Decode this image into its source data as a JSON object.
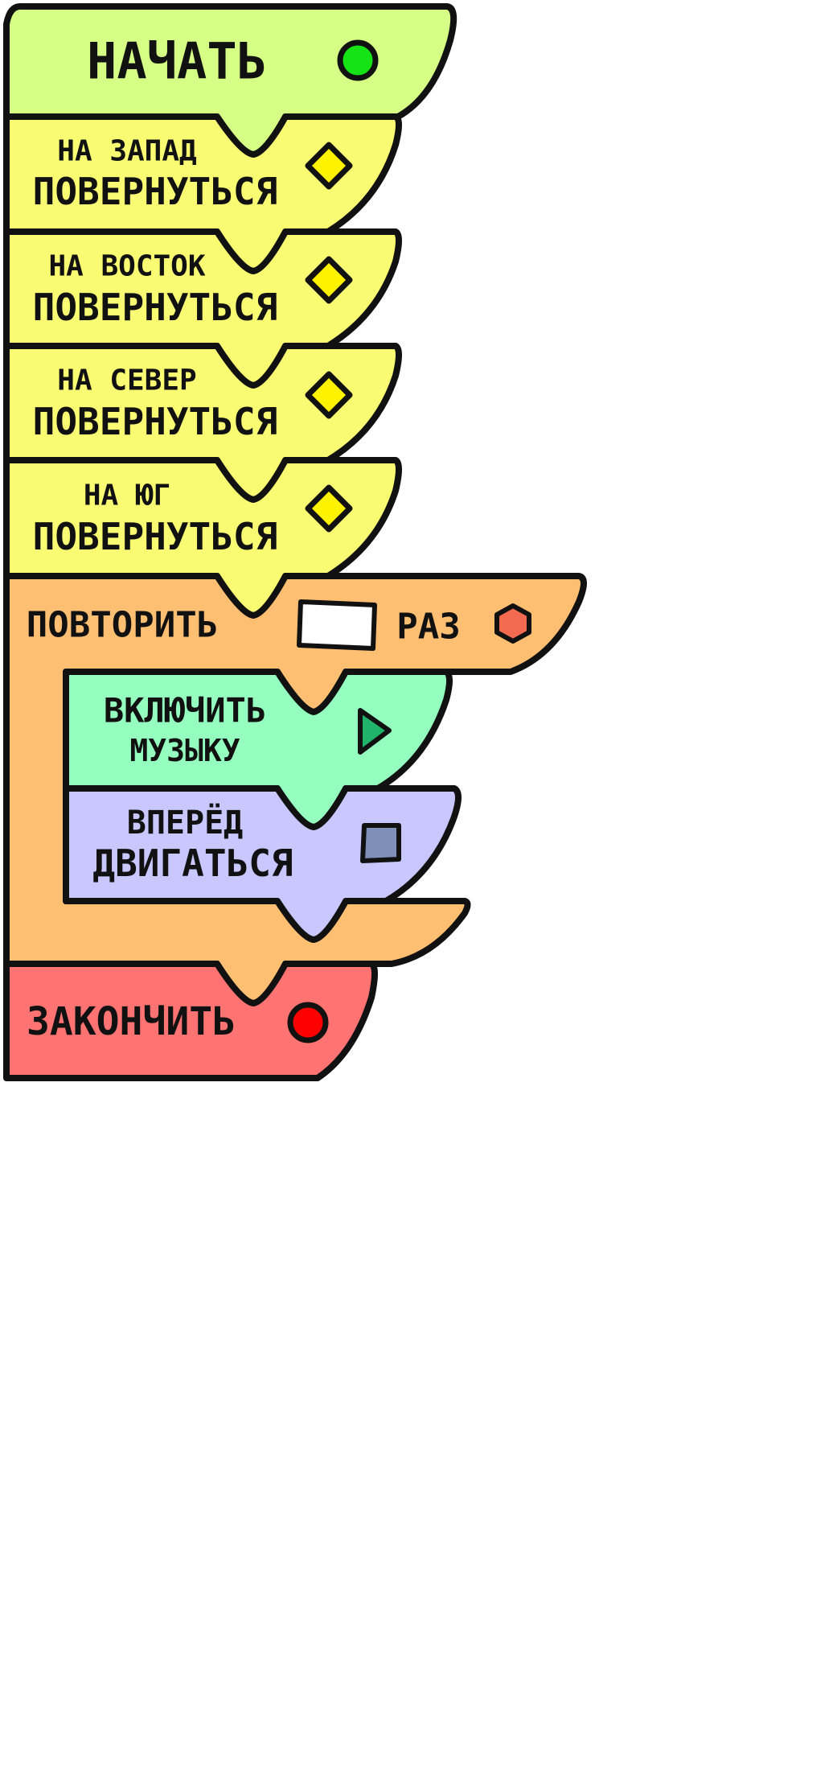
{
  "colors": {
    "outline": "#111111",
    "start_block": "#d6ff86",
    "turn_block": "#f9fb72",
    "repeat_block": "#ffbf73",
    "music_block": "#94ffbe",
    "move_block": "#c8c8ff",
    "end_block": "#ff7373"
  },
  "blocks": {
    "start": {
      "label": "НАЧАТЬ",
      "icon": "green-circle-icon",
      "icon_color": "#16e316"
    },
    "turn_west": {
      "label_top": "НА ЗАПАД",
      "label_bottom": "ПОВЕРНУТЬСЯ",
      "icon": "yellow-diamond-icon",
      "icon_color": "#fff200"
    },
    "turn_east": {
      "label_top": "НА ВОСТОК",
      "label_bottom": "ПОВЕРНУТЬСЯ",
      "icon": "yellow-diamond-icon",
      "icon_color": "#fff200"
    },
    "turn_north": {
      "label_top": "НА СЕВЕР",
      "label_bottom": "ПОВЕРНУТЬСЯ",
      "icon": "yellow-diamond-icon",
      "icon_color": "#fff200"
    },
    "turn_south": {
      "label_top": "НА ЮГ",
      "label_bottom": "ПОВЕРНУТЬСЯ",
      "icon": "yellow-diamond-icon",
      "icon_color": "#fff200"
    },
    "repeat": {
      "label": "ПОВТОРИТЬ",
      "suffix": "РАЗ",
      "count_value": "",
      "icon": "hexagon-icon",
      "icon_color": "#f26a4f"
    },
    "music": {
      "label_top": "ВКЛЮЧИТЬ",
      "label_bottom": "МУЗЫКУ",
      "icon": "play-triangle-icon",
      "icon_color": "#1fb46a"
    },
    "move": {
      "label_top": "ВПЕРЁД",
      "label_bottom": "ДВИГАТЬСЯ",
      "icon": "square-icon",
      "icon_color": "#7f8fb8"
    },
    "end": {
      "label": "ЗАКОНЧИТЬ",
      "icon": "red-circle-icon",
      "icon_color": "#ff0000"
    }
  }
}
